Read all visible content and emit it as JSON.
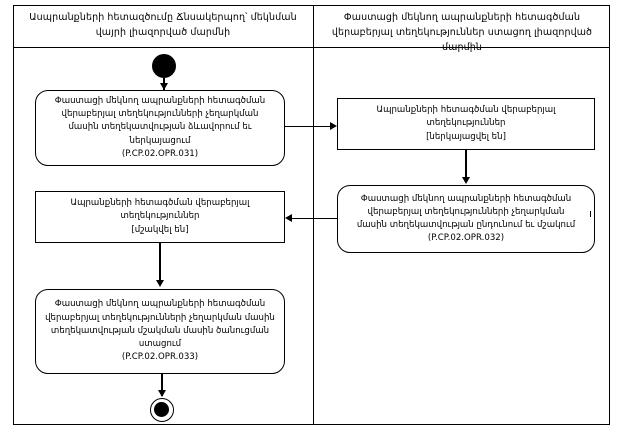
{
  "diagram": {
    "type": "uml-activity-diagram-with-swimlanes",
    "lanes": [
      {
        "id": "left",
        "title": "Ասպրանքների հետազծումը Ճնսակերպող՝ մեկնման վայրի լիազորված մարմնի"
      },
      {
        "id": "right",
        "title": "Փաստացի մեկնող ապրանքների հետագծման վերաբերյալ տեղեկություններ ստացող լիազորված մարմին"
      }
    ],
    "nodes": {
      "initial": {
        "label": "",
        "kind": "initial-node"
      },
      "opr_031": {
        "kind": "action",
        "text": "Փաստացի մեկնող ապրանքների հետագծման\nվերաբերյալ տեղեկությունների չեղարկման\nմասին տեղեկատվության ձևավորում եւ\nներկայացում\n(P.CP.02.OPR.031)"
      },
      "object_accepted": {
        "kind": "object",
        "text": "Ապրանքների հետագծման վերաբերյալ\nտեղեկություններ\n[ներկայացվել են]"
      },
      "opr_032": {
        "kind": "action",
        "text": "Փաստացի մեկնող ապրանքների հետագծման\nվերաբերյալ տեղեկությունների չեղարկման\nմասին տեղեկատվության ընդունում եւ մշակում\n(P.CP.02.OPR.032)"
      },
      "object_processed": {
        "kind": "object",
        "text": "Ապրանքների հետագծման վերաբերյալ\nտեղեկություններ\n[մշակվել են]"
      },
      "opr_033": {
        "kind": "action",
        "text": "Փաստացի մեկնող ապրանքների հետագծման\nվերաբերյալ տեղեկությունների չեղարկման մասին\nտեղեկատվության մշակման մասին ծանուցման\nստացում\n(P.CP.02.OPR.033)"
      },
      "final": {
        "label": "",
        "kind": "activity-final-node"
      }
    },
    "colors": {
      "stroke": "#000000",
      "fill": "#ffffff",
      "text": "#000000"
    }
  }
}
